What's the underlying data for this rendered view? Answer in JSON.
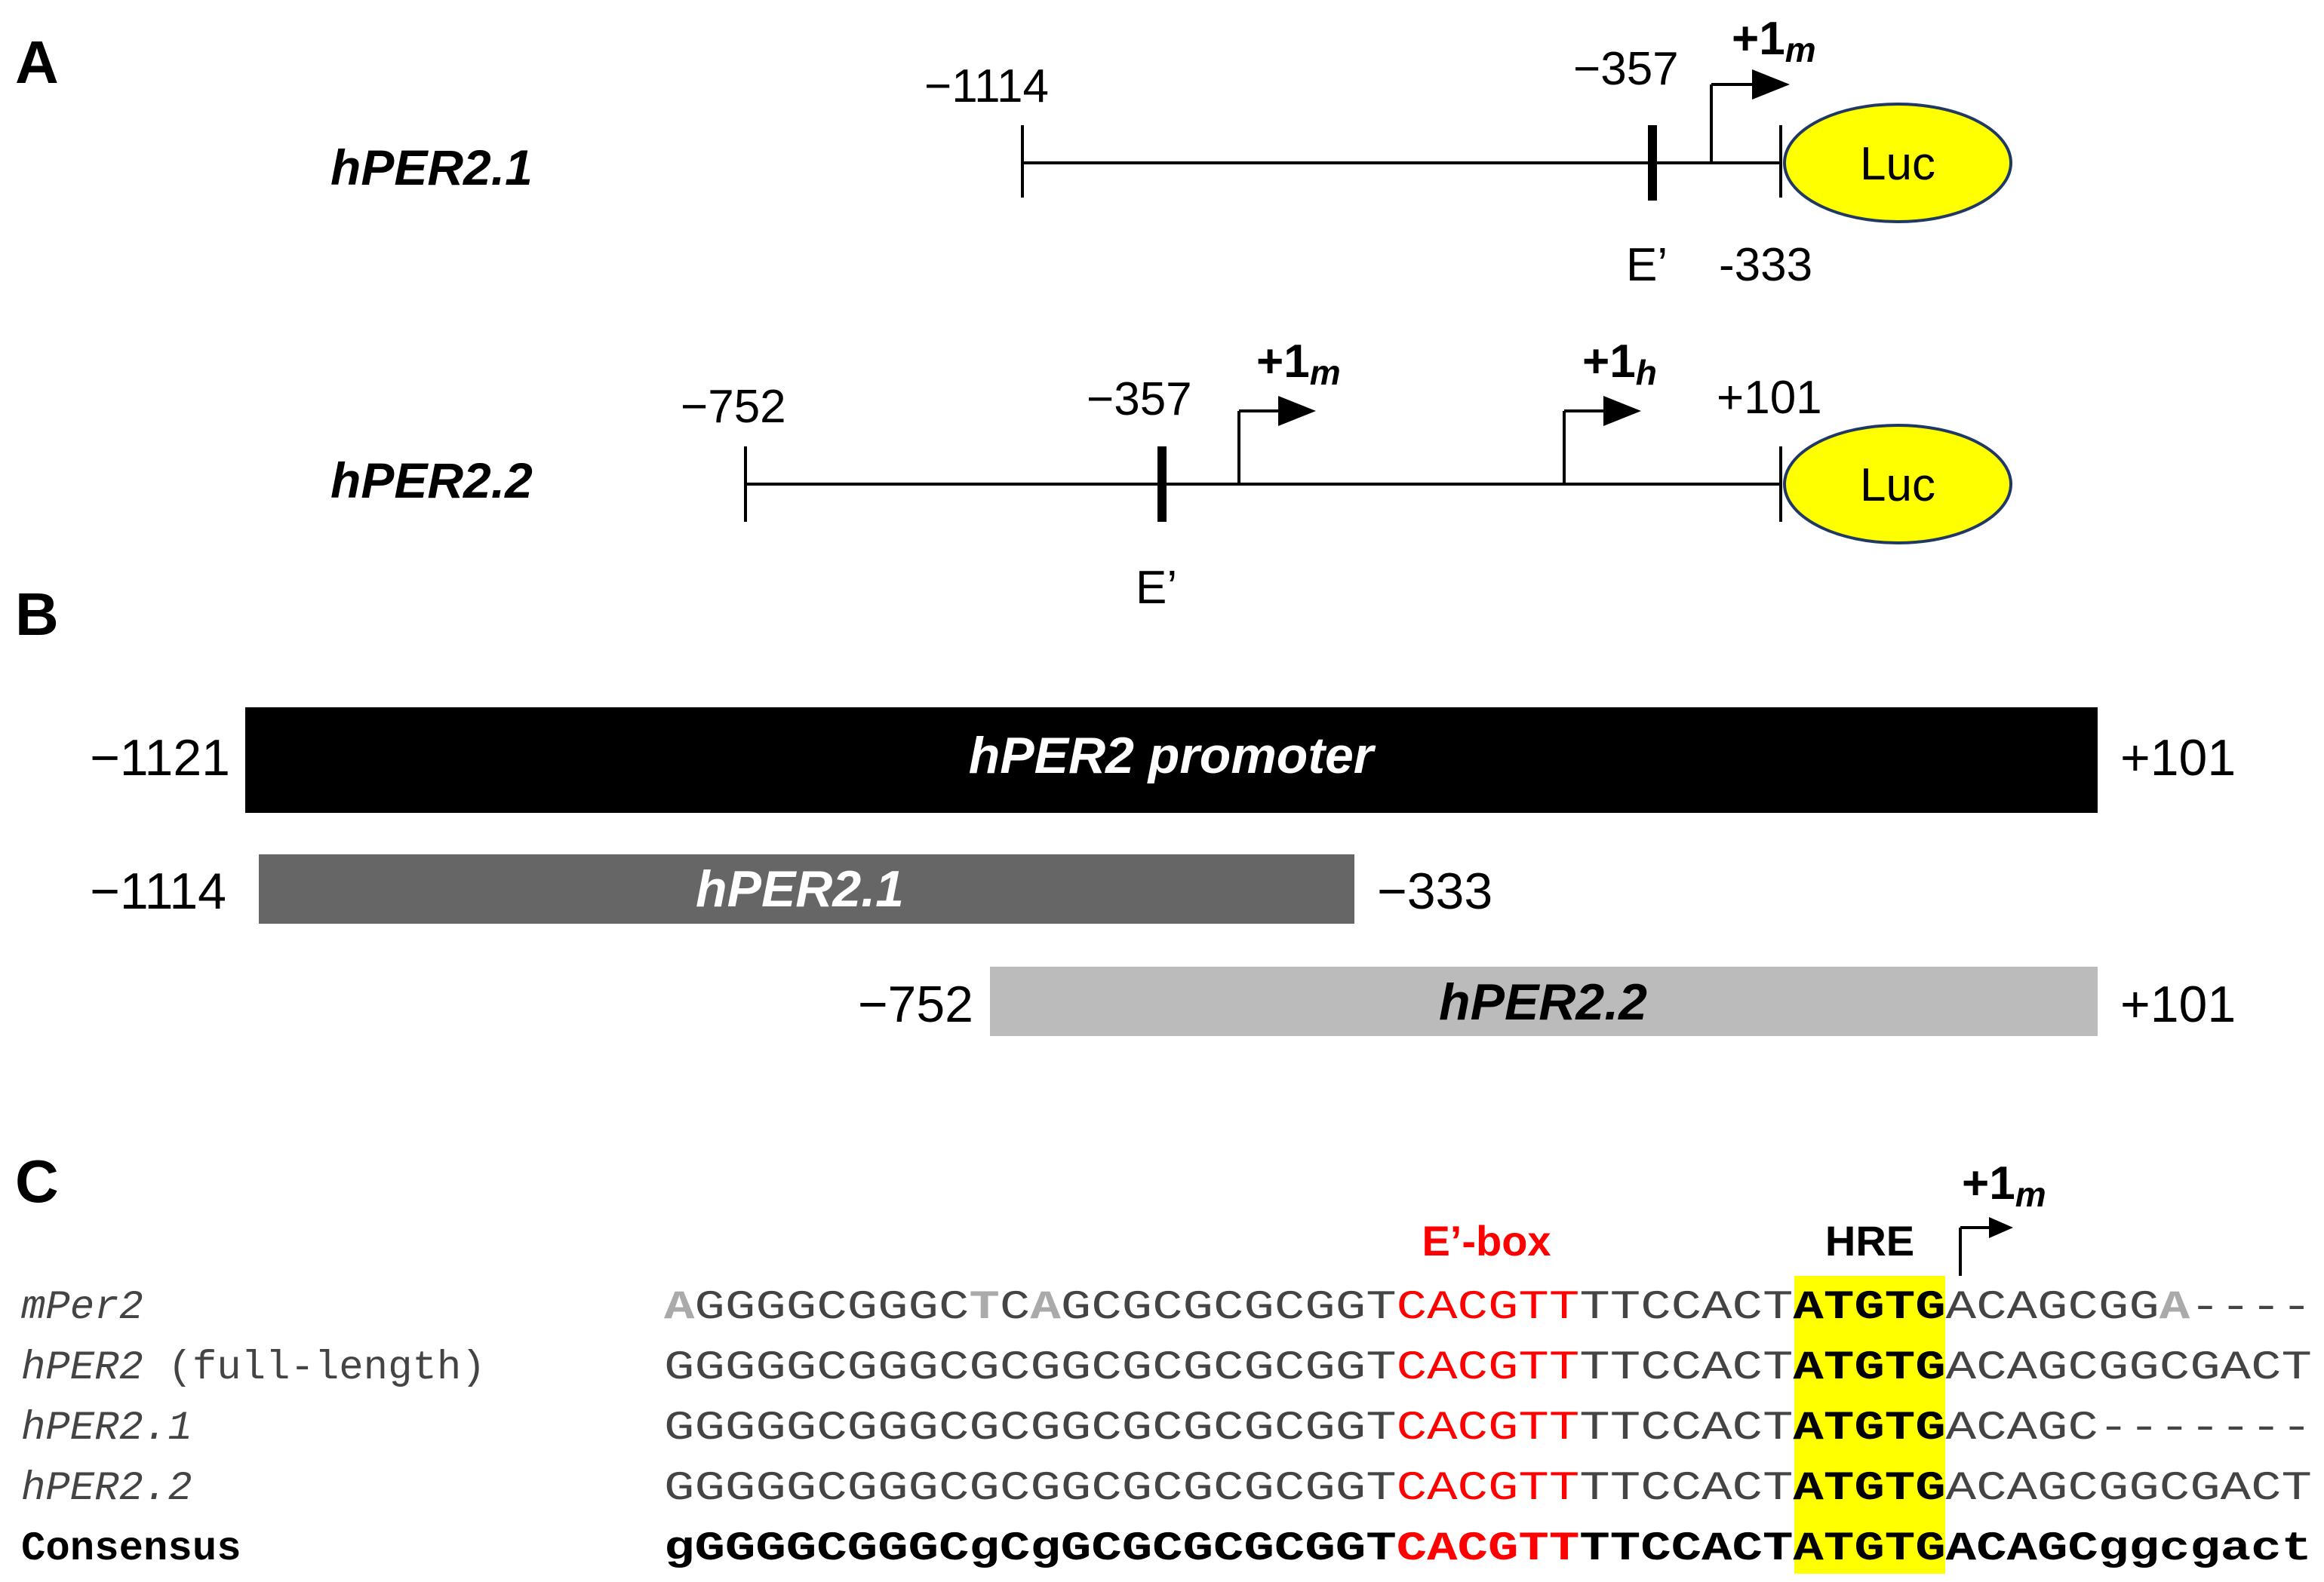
{
  "panels": {
    "a": "A",
    "b": "B",
    "c": "C"
  },
  "panel_a": {
    "constructs": [
      {
        "name": "hPER2.1",
        "start_label": "−1114",
        "ebox_pos_label": "−357",
        "ebox_label": "E’",
        "tss_label_main": "+1",
        "tss_label_sub": "m",
        "end_label": "-333",
        "reporter": "Luc"
      },
      {
        "name": "hPER2.2",
        "start_label": "−752",
        "ebox_pos_label": "−357",
        "ebox_label": "E’",
        "tss_m_main": "+1",
        "tss_m_sub": "m",
        "tss_h_main": "+1",
        "tss_h_sub": "h",
        "end_label": "+101",
        "reporter": "Luc"
      }
    ]
  },
  "panel_b": {
    "bars": [
      {
        "name": "hPER2 promoter",
        "start_label": "−1121",
        "end_label": "+101",
        "color": "#000000",
        "text_color": "#ffffff"
      },
      {
        "name": "hPER2.1",
        "start_label": "−1114",
        "end_label": "−333",
        "color": "#666666",
        "text_color": "#ffffff"
      },
      {
        "name": "hPER2.2",
        "start_label": "−752",
        "end_label": "+101",
        "color": "#bbbbbb",
        "text_color": "#000000"
      }
    ]
  },
  "panel_c": {
    "ebox_label": "E’-box",
    "hre_label": "HRE",
    "tss_main": "+1",
    "tss_sub": "m",
    "ebox_color": "#ff0000",
    "hre_highlight": "#ffff00",
    "rows": [
      {
        "label_italic": "mPer2",
        "label_rest": "",
        "bold": false,
        "seq": {
          "pre_a": "A",
          "pre_b": "GGGGCGGGC",
          "pre_c": "T",
          "pre_d": "C",
          "pre_e": "A",
          "pre_f": "GCGCGCGCGGT",
          "ebox": "CACGTT",
          "mid": "TTCCACT",
          "hre": "ATGTG",
          "post_a": "ACAGCGG",
          "post_b": "A",
          "post_c": "----"
        }
      },
      {
        "label_italic": "hPER2",
        "label_rest": " (full-length)",
        "bold": false,
        "seq": {
          "pre": "GGGGGCGGGCGCGGCGCGCGCGGT",
          "ebox": "CACGTT",
          "mid": "TTCCACT",
          "hre": "ATGTG",
          "post": "ACAGCGGCGACT"
        }
      },
      {
        "label_italic": "hPER2.1",
        "label_rest": "",
        "bold": false,
        "seq": {
          "pre": "GGGGGCGGGCGCGGCGCGCGCGGT",
          "ebox": "CACGTT",
          "mid": "TTCCACT",
          "hre": "ATGTG",
          "post": "ACAGC-------"
        }
      },
      {
        "label_italic": "hPER2.2",
        "label_rest": "",
        "bold": false,
        "seq": {
          "pre": "GGGGGCGGGCGCGGCGCGCGCGGT",
          "ebox": "CACGTT",
          "mid": "TTCCACT",
          "hre": "ATGTG",
          "post": "ACAGCGGCGACT"
        }
      },
      {
        "label_italic": "",
        "label_rest": "Consensus",
        "bold": true,
        "seq": {
          "pre": "gGGGGCGGGCgCgGCGCGCGCGGT",
          "ebox": "CACGTT",
          "mid": "TTCCACT",
          "hre": "ATGTG",
          "post": "ACAGCggcgact"
        }
      }
    ]
  }
}
